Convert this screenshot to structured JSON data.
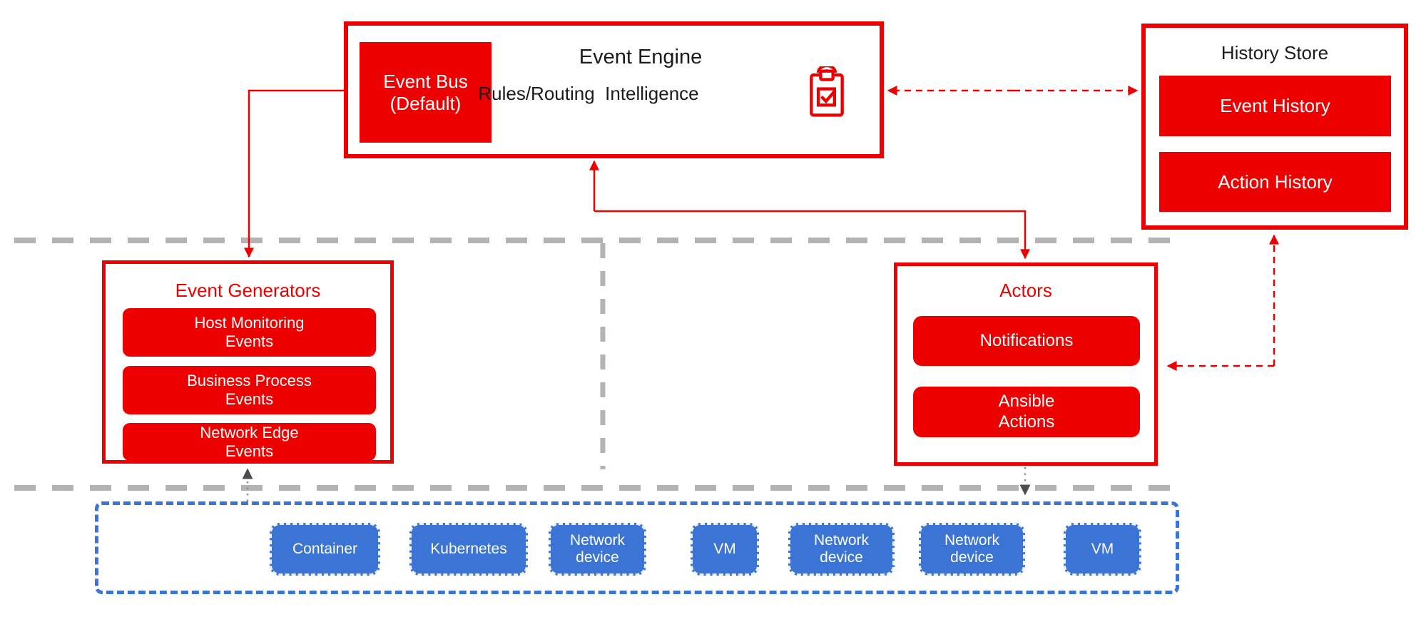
{
  "colors": {
    "accent_red": "#ee0000",
    "infra_blue": "#3b74d4",
    "separator_gray": "#b3b3b3",
    "connector_gray": "#4d4d4d",
    "text_dark": "#1b1b1b"
  },
  "event_engine": {
    "title": "Event Engine",
    "subtitle": "Rules/Routing  Intelligence",
    "bus": {
      "line1": "Event Bus",
      "line2": "(Default)"
    },
    "icon": "clipboard-check-icon"
  },
  "history_store": {
    "title": "History Store",
    "items": [
      {
        "label": "Event History"
      },
      {
        "label": "Action History"
      }
    ]
  },
  "event_generators": {
    "title": "Event Generators",
    "items": [
      {
        "line1": "Host Monitoring",
        "line2": "Events"
      },
      {
        "line1": "Business Process",
        "line2": "Events"
      },
      {
        "line1": "Network Edge",
        "line2": "Events"
      }
    ]
  },
  "actors": {
    "title": "Actors",
    "items": [
      {
        "line1": "Notifications",
        "line2": ""
      },
      {
        "line1": "Ansible",
        "line2": "Actions"
      }
    ]
  },
  "infrastructure": {
    "chips": [
      {
        "label": "Container"
      },
      {
        "label": "Kubernetes"
      },
      {
        "label": "Network device"
      },
      {
        "label": "VM"
      },
      {
        "label": "Network device"
      },
      {
        "label": "Network device"
      },
      {
        "label": "VM"
      }
    ]
  }
}
